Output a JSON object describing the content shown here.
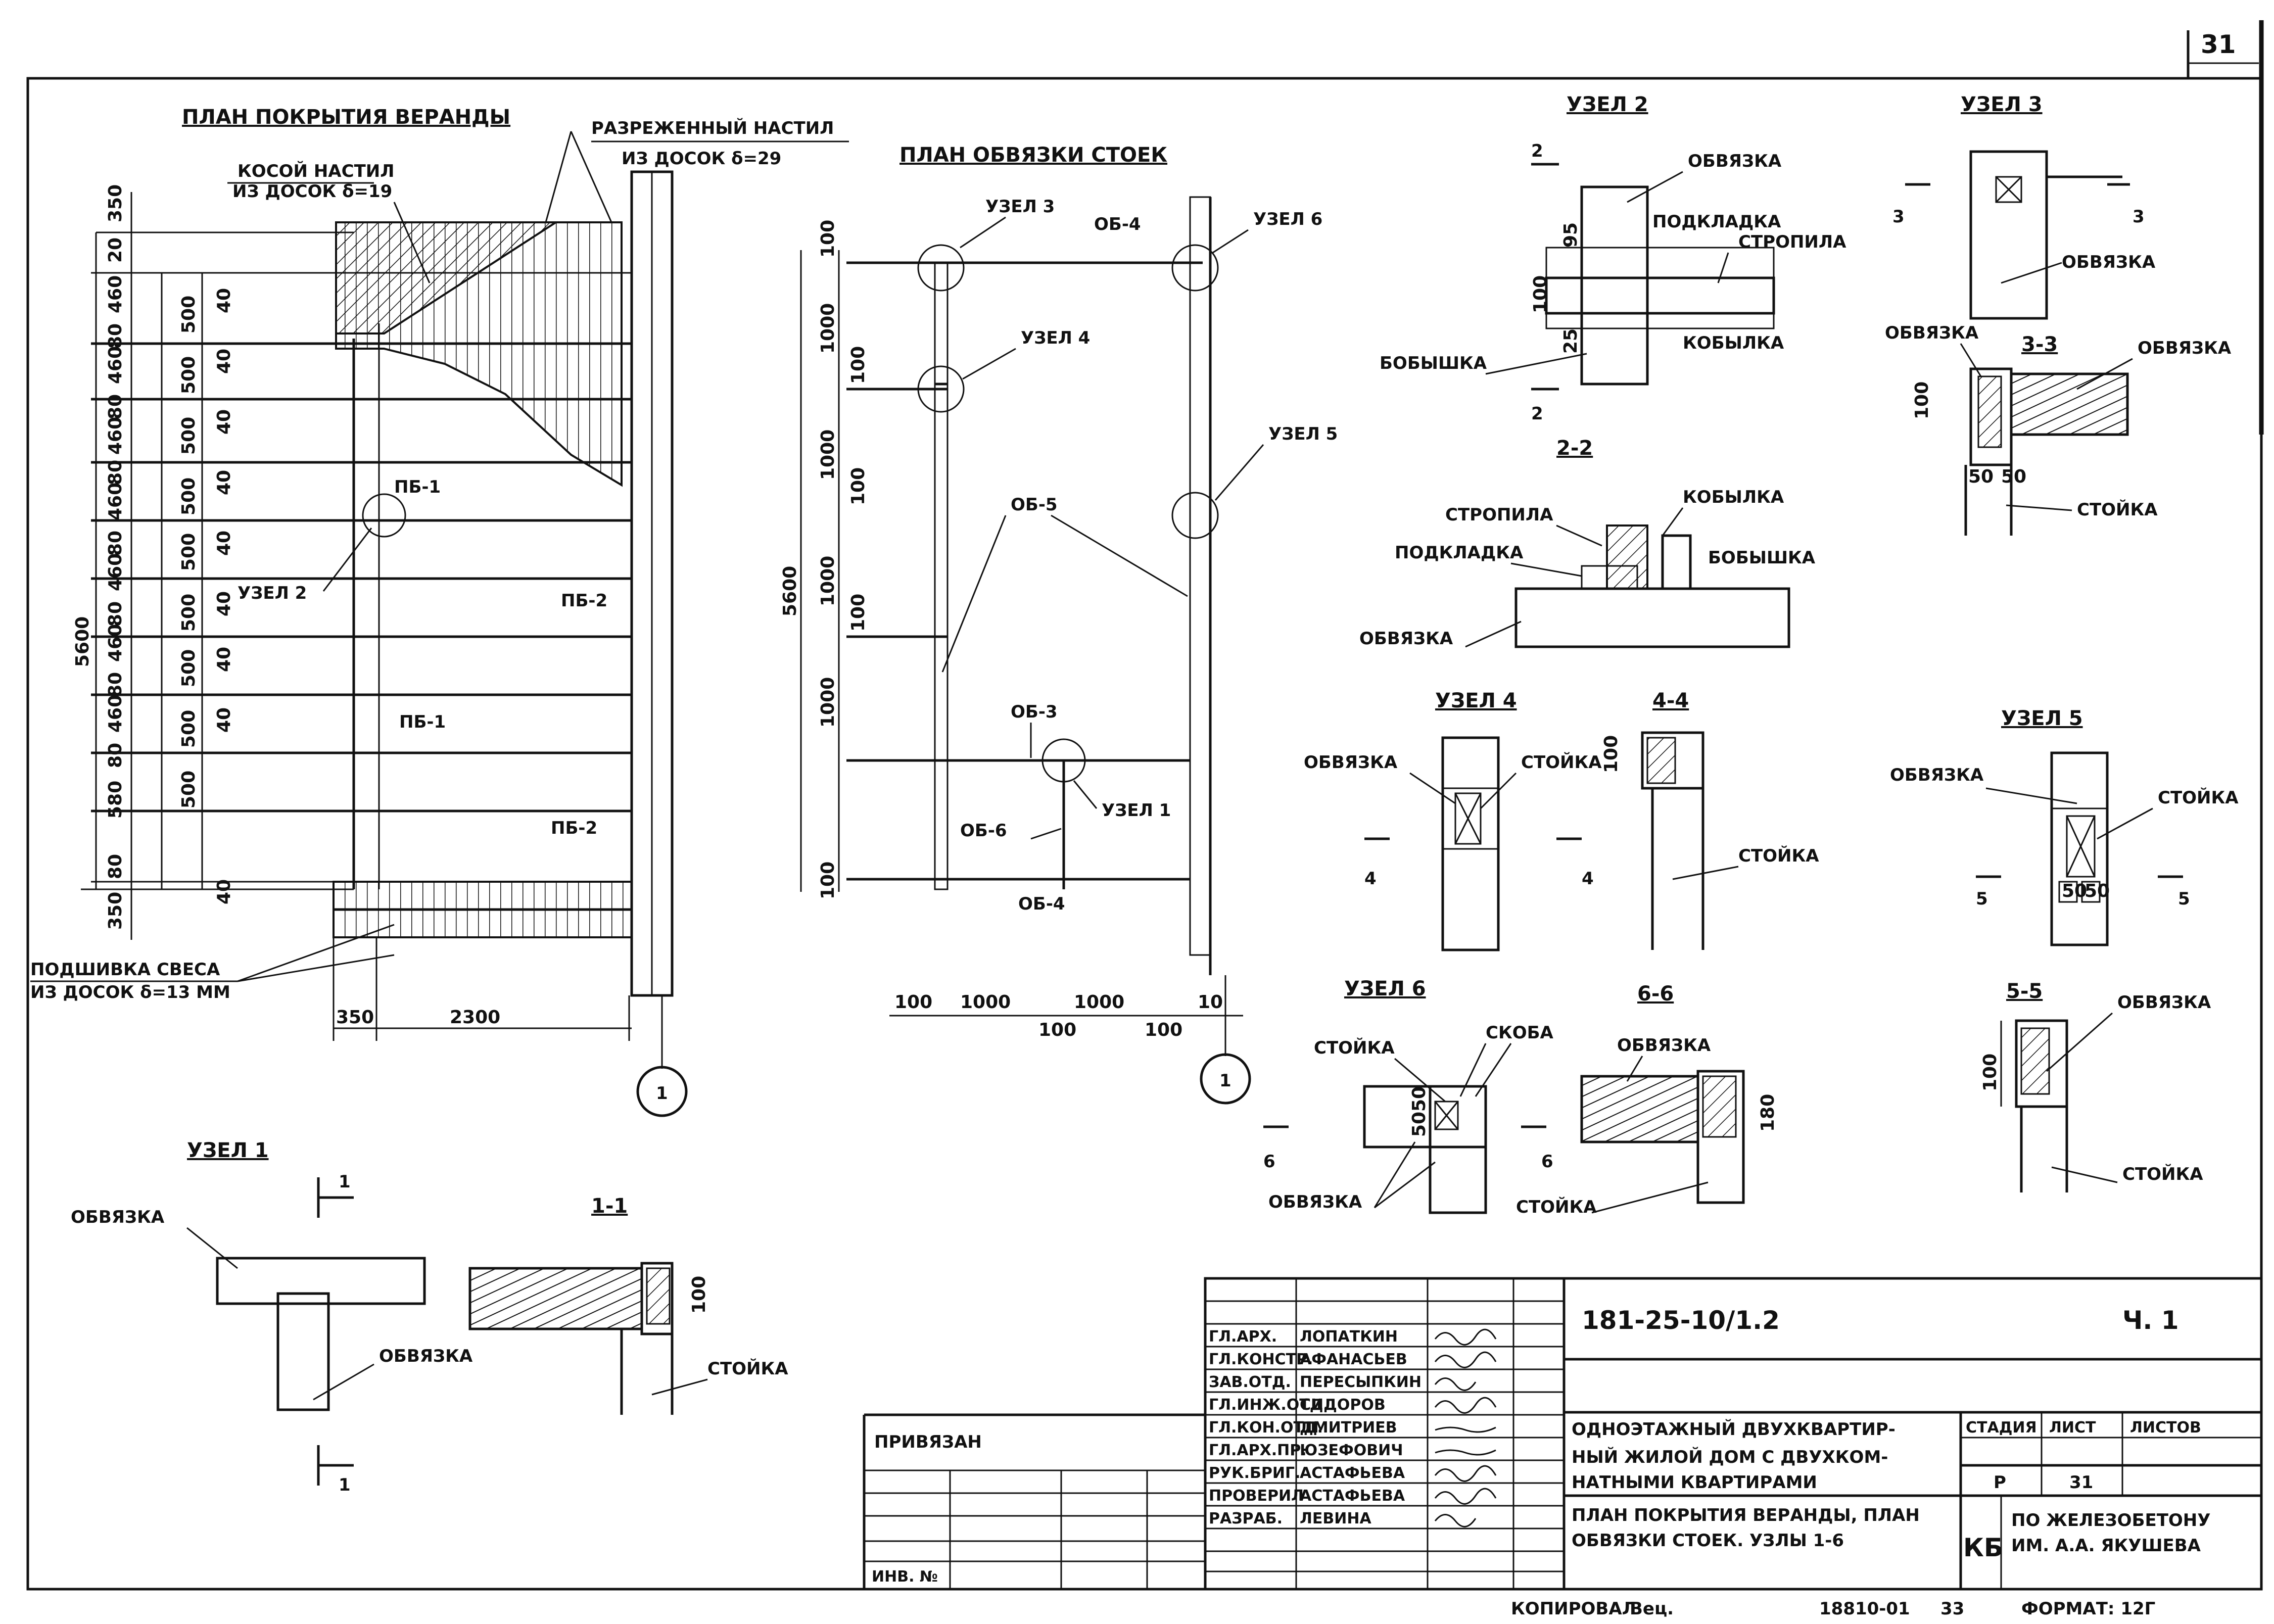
{
  "sheet_number": "31",
  "drawing": {
    "veranda_plan": {
      "title": "ПЛАН ПОКРЫТИЯ ВЕРАНДЫ",
      "oblique_sheathing_1": "КОСОЙ НАСТИЛ",
      "oblique_sheathing_2": "ИЗ ДОСОК δ=19",
      "sparse_sheathing_1": "РАЗРЕЖЕННЫЙ НАСТИЛ",
      "sparse_sheathing_2": "ИЗ ДОСОК δ=29",
      "eave_lining_1": "ПОДШИВКА СВЕСА",
      "eave_lining_2": "ИЗ ДОСОК δ=13 ММ",
      "pb1": "ПБ-1",
      "pb1b": "ПБ-1",
      "pb2": "ПБ-2",
      "pb2b": "ПБ-2",
      "node2": "УЗЕЛ 2",
      "dim_total": "5600",
      "dim_top": [
        "350",
        "20"
      ],
      "dim_left": [
        "460",
        "80",
        "460",
        "80",
        "460",
        "80",
        "460",
        "80",
        "460",
        "80",
        "460",
        "80",
        "460",
        "80",
        "580",
        "80",
        "350"
      ],
      "dim_mid": [
        "500",
        "500",
        "500",
        "500",
        "500",
        "500",
        "500",
        "500",
        "500"
      ],
      "dim_40": [
        "40",
        "40",
        "40",
        "40",
        "40",
        "40",
        "40",
        "40",
        "40"
      ],
      "dim_bottom": [
        "350",
        "2300"
      ],
      "axis": "1"
    },
    "post_plan": {
      "title": "ПЛАН ОБВЯЗКИ СТОЕК",
      "node3": "УЗЕЛ 3",
      "node4": "УЗЕЛ 4",
      "node5": "УЗЕЛ 5",
      "node6": "УЗЕЛ 6",
      "node1": "УЗЕЛ 1",
      "ob4": "ОБ-4",
      "ob4b": "ОБ-4",
      "ob5": "ОБ-5",
      "ob3": "ОБ-3",
      "ob6": "ОБ-6",
      "dim_total": "5600",
      "dim_left": [
        "100",
        "1000",
        "100",
        "1000",
        "100",
        "1000",
        "100",
        "1000",
        "100"
      ],
      "dim_bottom": [
        "100",
        "1000",
        "1000",
        "10"
      ],
      "dim_bottom2": [
        "100",
        "100"
      ],
      "axis": "1"
    },
    "node2": {
      "title": "УЗЕЛ 2",
      "obvyazka": "ОБВЯЗКА",
      "podkladka": "ПОДКЛАДКА",
      "stropila": "СТРОПИЛА",
      "kobylka": "КОБЫЛКА",
      "bobyshka": "БОБЫШКА",
      "cut": "2",
      "dims": [
        "95",
        "100",
        "25"
      ]
    },
    "section_2_2": {
      "title": "2-2",
      "stropila": "СТРОПИЛА",
      "kobylka": "КОБЫЛКА",
      "podkladka": "ПОДКЛАДКА",
      "bobyshka": "БОБЫШКА",
      "obvyazka": "ОБВЯЗКА"
    },
    "node3": {
      "title": "УЗЕЛ 3",
      "obvyazka": "ОБВЯЗКА",
      "cut": "3"
    },
    "section_3_3": {
      "title": "3-3",
      "obvyazka_l": "ОБВЯЗКА",
      "obvyazka_r": "ОБВЯЗКА",
      "stoyka": "СТОЙКА",
      "dims": [
        "100",
        "50",
        "50"
      ]
    },
    "node4": {
      "title": "УЗЕЛ 4",
      "obvyazka": "ОБВЯЗКА",
      "stoyka": "СТОЙКА",
      "cut": "4"
    },
    "section_4_4": {
      "title": "4-4",
      "stoyka": "СТОЙКА",
      "dim": "100"
    },
    "node5": {
      "title": "УЗЕЛ 5",
      "obvyazka": "ОБВЯЗКА",
      "stoyka": "СТОЙКА",
      "cut": "5",
      "dims": [
        "50",
        "50"
      ]
    },
    "node6": {
      "title": "УЗЕЛ 6",
      "stoyka": "СТОЙКА",
      "skoba": "СКОБА",
      "obvyazka": "ОБВЯЗКА",
      "cut": "6",
      "dims": [
        "50",
        "50"
      ]
    },
    "section_6_6": {
      "title": "6-6",
      "obvyazka": "ОБВЯЗКА",
      "stoyka": "СТОЙКА",
      "dim": "180"
    },
    "section_5_5": {
      "title": "5-5",
      "obvyazka": "ОБВЯЗКА",
      "stoyka": "СТОЙКА",
      "dim": "100"
    },
    "node1": {
      "title": "УЗЕЛ 1",
      "obvyazka_l": "ОБВЯЗКА",
      "obvyazka_r": "ОБВЯЗКА",
      "cut": "1"
    },
    "section_1_1": {
      "title": "1-1",
      "stoyka": "СТОЙКА",
      "dim": "100"
    }
  },
  "title_block": {
    "project_code": "181-25-10/1.2",
    "part": "Ч. 1",
    "bound": "ПРИВЯЗАН",
    "inventory_no": "ИНВ. №",
    "roles": [
      {
        "role": "ГЛ.АРХ.",
        "name": "ЛОПАТКИН"
      },
      {
        "role": "ГЛ.КОНСТР.",
        "name": "АФАНАСЬЕВ"
      },
      {
        "role": "ЗАВ.ОТД.",
        "name": "ПЕРЕСЫПКИН"
      },
      {
        "role": "ГЛ.ИНЖ.ОТД.",
        "name": "СИДОРОВ"
      },
      {
        "role": "ГЛ.КОН.ОТД.",
        "name": "ДМИТРИЕВ"
      },
      {
        "role": "ГЛ.АРХ.ПР.",
        "name": "ЮЗЕФОВИЧ"
      },
      {
        "role": "РУК.БРИГ.",
        "name": "АСТАФЬЕВА"
      },
      {
        "role": "ПРОВЕРИЛ",
        "name": "АСТАФЬЕВА"
      },
      {
        "role": "РАЗРАБ.",
        "name": "ЛЕВИНА"
      }
    ],
    "building_1": "ОДНОЭТАЖНЫЙ ДВУХКВАРТИР-",
    "building_2": "НЫЙ ЖИЛОЙ ДОМ С ДВУХКОМ-",
    "building_3": "НАТНЫМИ КВАРТИРАМИ",
    "sheet_title_1": "ПЛАН ПОКРЫТИЯ ВЕРАНДЫ, ПЛАН",
    "sheet_title_2": "ОБВЯЗКИ СТОЕК. УЗЛЫ 1-6",
    "stage_label": "СТАДИЯ",
    "sheet_label": "ЛИСТ",
    "sheets_label": "ЛИСТОВ",
    "stage": "Р",
    "sheet": "31",
    "org_mark": "КБ",
    "org_1": "ПО ЖЕЛЕЗОБЕТОНУ",
    "org_2": "ИМ. А.А. ЯКУШЕВА"
  },
  "footer": {
    "copied": "КОПИРОВАЛ",
    "copied_sign": "Вец.",
    "number": "18810-01",
    "page": "33",
    "format": "ФОРМАТ: 12Г"
  }
}
